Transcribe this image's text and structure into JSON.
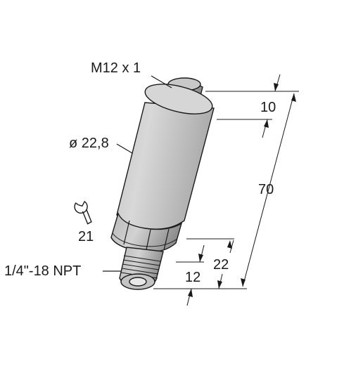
{
  "labels": {
    "connector_thread": "M12 x 1",
    "body_diameter": "ø 22,8",
    "wrench_size": "21",
    "process_thread": "1/4\"-18 NPT"
  },
  "dimensions": {
    "connector_length": "10",
    "total_length": "70",
    "hex_to_end": "22",
    "thread_length": "12"
  },
  "colors": {
    "body_light": "#d4d4d4",
    "body_dark": "#9a9a9a",
    "outline": "#1a1a1a"
  }
}
